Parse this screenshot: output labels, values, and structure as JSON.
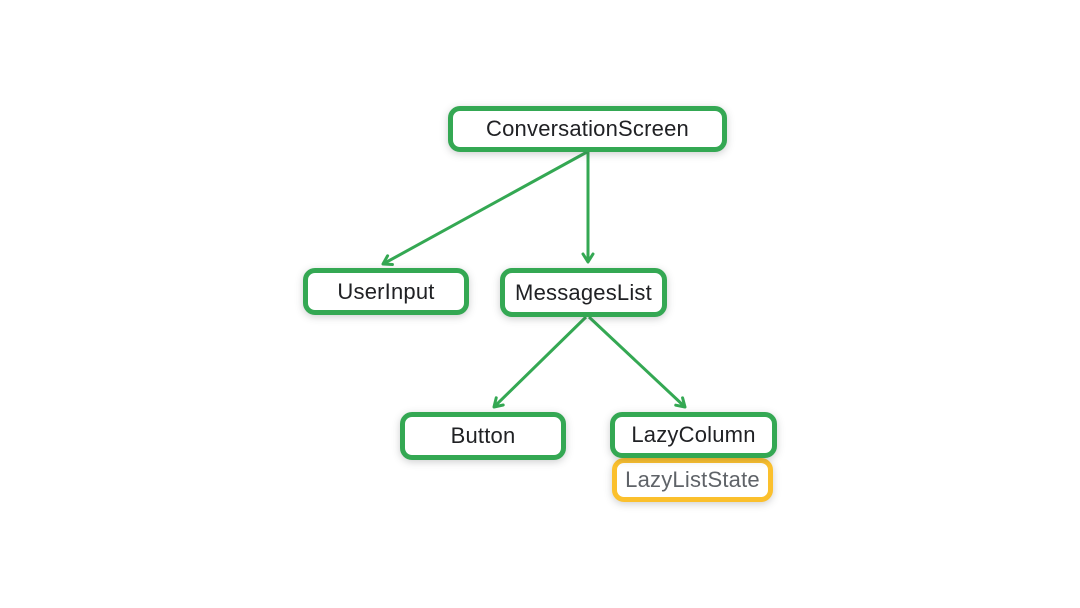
{
  "diagram": {
    "type": "component-tree",
    "nodes": [
      {
        "id": "conversation-screen",
        "label": "ConversationScreen",
        "kind": "composable"
      },
      {
        "id": "user-input",
        "label": "UserInput",
        "kind": "composable"
      },
      {
        "id": "messages-list",
        "label": "MessagesList",
        "kind": "composable"
      },
      {
        "id": "button",
        "label": "Button",
        "kind": "composable"
      },
      {
        "id": "lazy-column",
        "label": "LazyColumn",
        "kind": "composable"
      },
      {
        "id": "lazy-list-state",
        "label": "LazyListState",
        "kind": "state"
      }
    ],
    "edges": [
      {
        "from": "conversation-screen",
        "to": "user-input"
      },
      {
        "from": "conversation-screen",
        "to": "messages-list"
      },
      {
        "from": "messages-list",
        "to": "button"
      },
      {
        "from": "messages-list",
        "to": "lazy-column"
      }
    ],
    "attachments": [
      {
        "parent": "lazy-column",
        "child": "lazy-list-state"
      }
    ],
    "colors": {
      "node_border": "#34A853",
      "state_border": "#FBC02D",
      "node_text": "#202124",
      "state_text": "#5F6368",
      "arrow": "#34A853",
      "background": "#FFFFFF"
    }
  }
}
